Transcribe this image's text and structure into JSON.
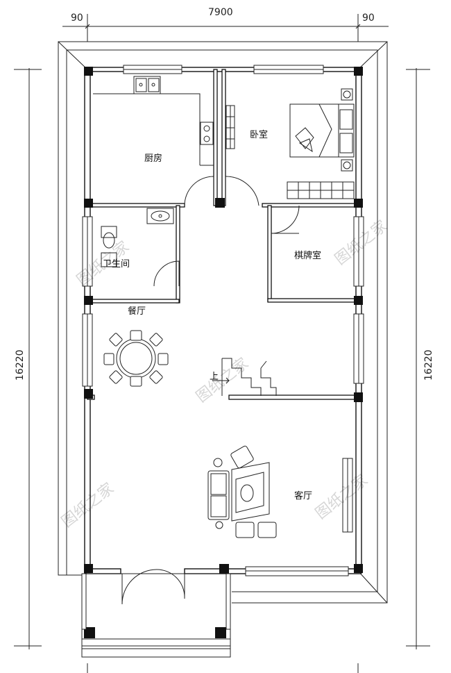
{
  "dimensions": {
    "left_margin": "90",
    "width": "7900",
    "right_margin": "90",
    "height_left": "16220",
    "height_right": "16220"
  },
  "rooms": {
    "kitchen": "厨房",
    "bedroom": "卧室",
    "bathroom": "卫生间",
    "mahjong": "棋牌室",
    "dining": "餐厅",
    "living": "客厅",
    "stairs_up": "上"
  },
  "watermark": "图纸之家"
}
